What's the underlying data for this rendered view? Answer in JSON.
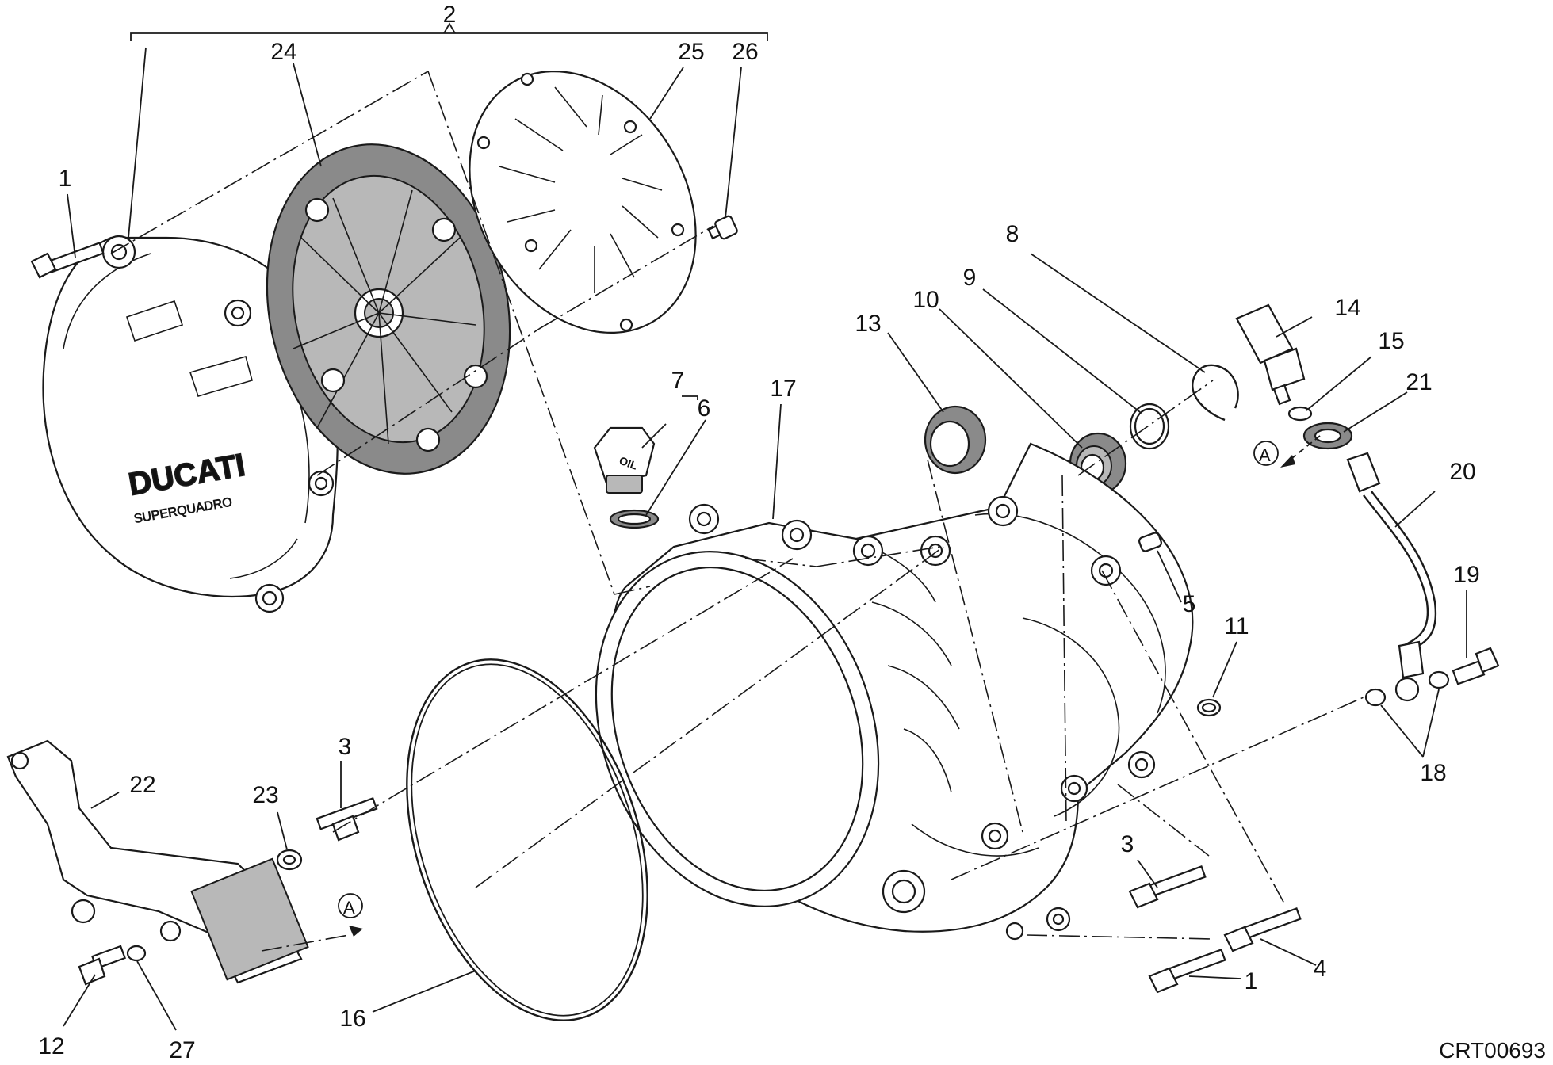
{
  "diagram": {
    "drawing_code": "CRT00693",
    "oil_cap_text": "OIL",
    "cover_brand": "DUCATI",
    "cover_subtext": "SUPERQUADRO",
    "view_markers": [
      "A",
      "A"
    ],
    "callouts": {
      "c1a": "1",
      "c1b": "1",
      "c2": "2",
      "c3a": "3",
      "c3b": "3",
      "c4": "4",
      "c5": "5",
      "c6": "6",
      "c7": "7",
      "c8": "8",
      "c9": "9",
      "c10": "10",
      "c11": "11",
      "c12": "12",
      "c13": "13",
      "c14": "14",
      "c15": "15",
      "c16": "16",
      "c17": "17",
      "c18": "18",
      "c19": "19",
      "c20": "20",
      "c21": "21",
      "c22": "22",
      "c23": "23",
      "c24": "24",
      "c25": "25",
      "c26": "26",
      "c27": "27"
    }
  }
}
